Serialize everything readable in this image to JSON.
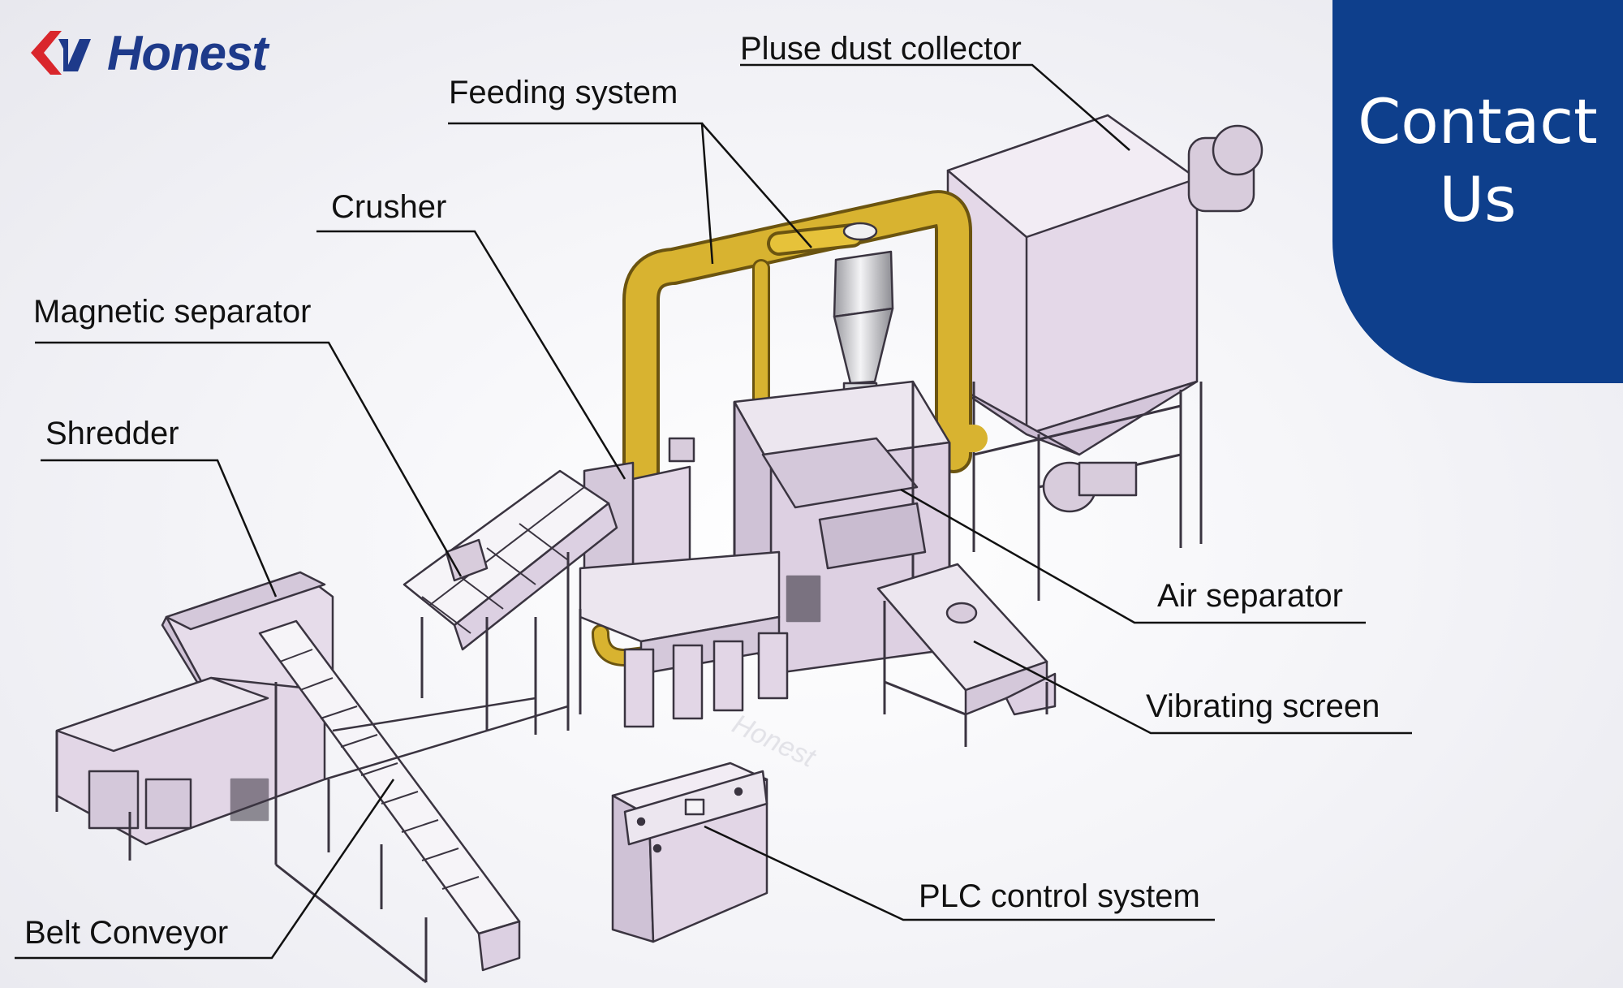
{
  "brand": {
    "name": "Honest",
    "colors": {
      "red": "#d9262c",
      "blue": "#1e3a8a"
    }
  },
  "contact_button": {
    "line1": "Contact",
    "line2": "Us",
    "color": "#0e3f8c"
  },
  "watermark": "Honest",
  "diagram": {
    "labels": {
      "pulse_dust_collector": "Pluse dust collector",
      "feeding_system": "Feeding system",
      "crusher": "Crusher",
      "magnetic_separator": "Magnetic separator",
      "shredder": "Shredder",
      "belt_conveyor": "Belt Conveyor",
      "air_separator": "Air separator",
      "vibrating_screen": "Vibrating screen",
      "plc_control_system": "PLC control system"
    },
    "colors": {
      "machine_fill": "#e2d6e6",
      "machine_stroke": "#3a3440",
      "pipe": "#c9a324",
      "pipe_dark": "#8a6c10",
      "frame": "#ffffff"
    }
  }
}
